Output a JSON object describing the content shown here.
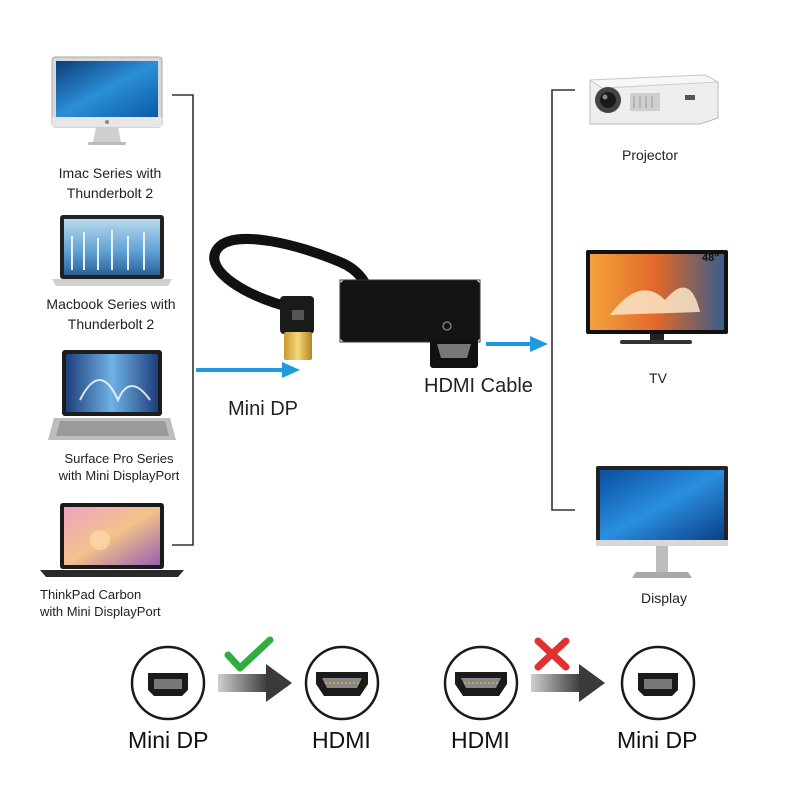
{
  "sources": [
    {
      "line1": "Imac Series with",
      "line2": "Thunderbolt 2"
    },
    {
      "line1": "Macbook Series with",
      "line2": "Thunderbolt 2"
    },
    {
      "line1": "Surface Pro Series",
      "line2": "with Mini DisplayPort"
    },
    {
      "line1": "ThinkPad Carbon",
      "line2": "with Mini DisplayPort"
    }
  ],
  "outputs": [
    {
      "label": "Projector"
    },
    {
      "label": "TV",
      "size_badge": "48\""
    },
    {
      "label": "Display"
    }
  ],
  "adapter": {
    "input_label": "Mini DP",
    "output_label": "HDMI Cable"
  },
  "direction": {
    "supported": {
      "from": "Mini DP",
      "to": "HDMI",
      "mark_icon": "check-icon"
    },
    "unsupported": {
      "from": "HDMI",
      "to": "Mini DP",
      "mark_icon": "cross-icon"
    }
  },
  "colors": {
    "arrow_blue": "#1e9be0",
    "check_green": "#2fae3f",
    "cross_red": "#e03030",
    "bracket_line": "#333333"
  }
}
